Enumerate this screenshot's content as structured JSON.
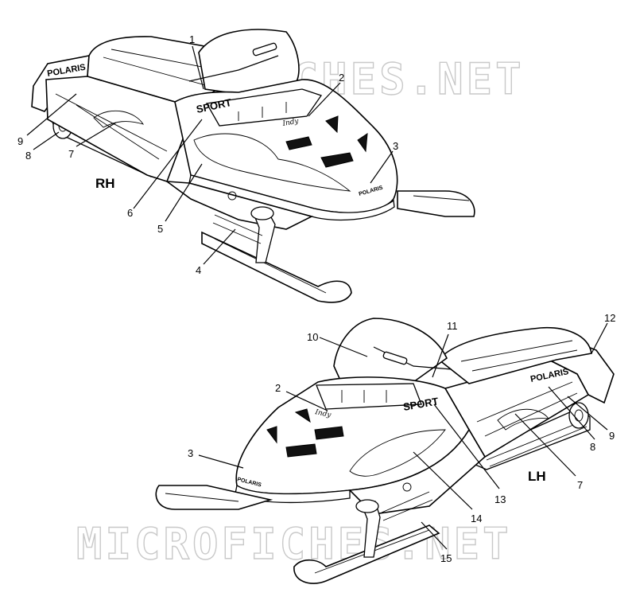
{
  "watermark": "MICROFICHES.NET",
  "views": [
    {
      "side": "RH"
    },
    {
      "side": "LH"
    }
  ],
  "decals": {
    "brand": "POLARIS",
    "model": "SPORT",
    "script": "Indy",
    "hood_brand": "POLARIS"
  },
  "callouts": {
    "rh": [
      "1",
      "2",
      "3",
      "4",
      "5",
      "6",
      "7",
      "8",
      "9"
    ],
    "lh": [
      "10",
      "11",
      "12",
      "2",
      "3",
      "8",
      "9",
      "7",
      "13",
      "14",
      "15"
    ]
  },
  "colors": {
    "ink": "#000000",
    "watermark": "#c9c9c9",
    "paper": "#ffffff"
  }
}
